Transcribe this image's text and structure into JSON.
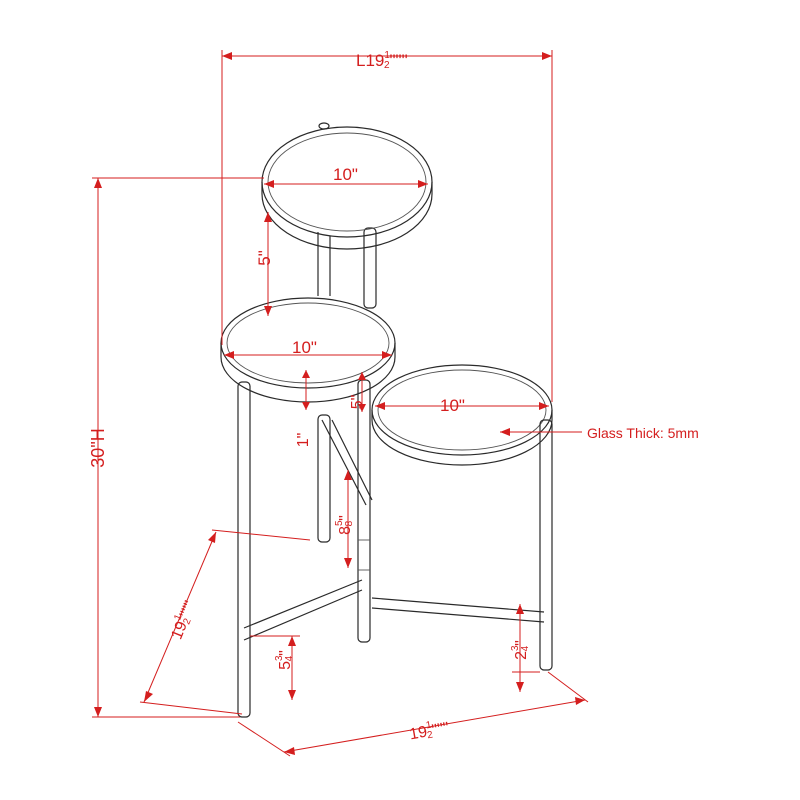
{
  "colors": {
    "dimension": "#d41e1e",
    "outline": "#2a2a2a",
    "background": "#ffffff"
  },
  "dimensions": {
    "length": {
      "prefix": "L19",
      "num": "1",
      "den": "2",
      "suffix": "\"\"\""
    },
    "height": "30\"H",
    "top_diameter": "10\"",
    "middle_diameter": "10\"",
    "right_diameter": "10\"",
    "tier_gap": "5\"",
    "right_drop": "5\"",
    "lip_height": "1\"",
    "brace_height": {
      "whole": "8",
      "num": "5",
      "den": "8",
      "suffix": "\""
    },
    "depth": {
      "whole": "19",
      "num": "1",
      "den": "2",
      "suffix": "\"\"\""
    },
    "width": {
      "whole": "19",
      "num": "1",
      "den": "2",
      "suffix": "\"\"\""
    },
    "foot_left": {
      "whole": "5",
      "num": "3",
      "den": "4",
      "suffix": "\""
    },
    "foot_right": {
      "whole": "2",
      "num": "3",
      "den": "4",
      "suffix": "\""
    }
  },
  "notes": {
    "glass": "Glass Thick: 5mm"
  }
}
